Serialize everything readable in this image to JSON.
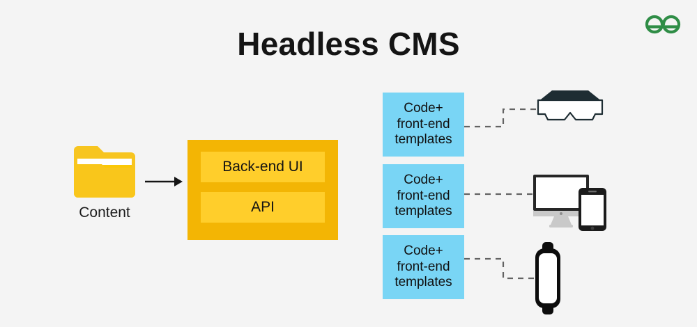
{
  "page": {
    "title": "Headless CMS",
    "background_color": "#f4f4f4"
  },
  "brand": {
    "name": "geeksforgeeks-logo",
    "color": "#2f8d46"
  },
  "source": {
    "icon": "folder-icon",
    "label": "Content",
    "color": "#f7c520"
  },
  "flow": {
    "arrow_icon": "right-arrow-icon"
  },
  "backend": {
    "container_color": "#f3b504",
    "panel_color": "#ffce2b",
    "panels": [
      {
        "label": "Back-end UI"
      },
      {
        "label": "API"
      }
    ]
  },
  "channels": {
    "box_color": "#79d5f5",
    "connector_style": "dashed",
    "items": [
      {
        "line1": "Code+",
        "line2": "front-end",
        "line3": "templates",
        "device_icon": "vr-headset-icon"
      },
      {
        "line1": "Code+",
        "line2": "front-end",
        "line3": "templates",
        "device_icon": "desktop-and-phone-icon"
      },
      {
        "line1": "Code+",
        "line2": "front-end",
        "line3": "templates",
        "device_icon": "smartwatch-icon"
      }
    ]
  }
}
